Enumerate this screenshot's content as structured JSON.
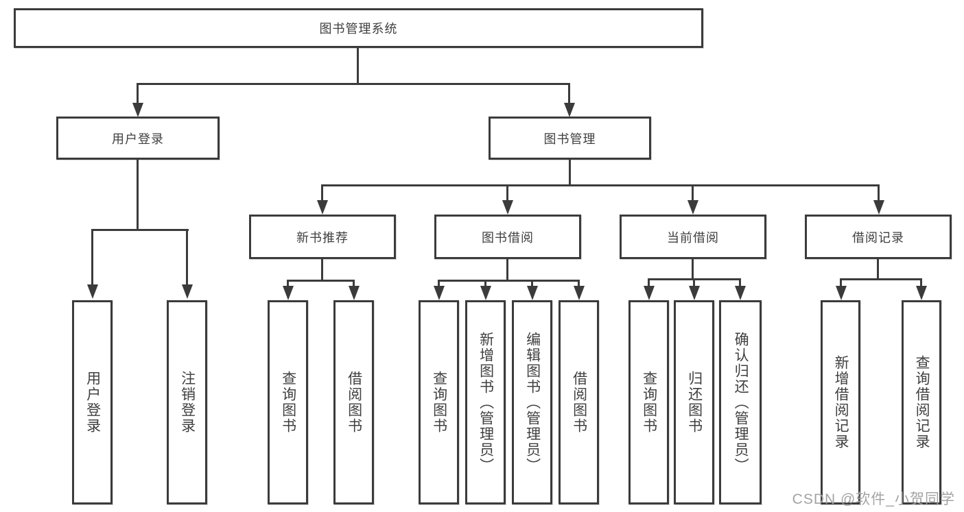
{
  "diagram": {
    "root": {
      "label": "图书管理系统"
    },
    "level2": [
      {
        "label": "用户登录"
      },
      {
        "label": "图书管理"
      }
    ],
    "level3": [
      {
        "label": "新书推荐"
      },
      {
        "label": "图书借阅"
      },
      {
        "label": "当前借阅"
      },
      {
        "label": "借阅记录"
      }
    ],
    "leaves": {
      "user_login": [
        "用户登录",
        "注销登录"
      ],
      "new_books": [
        "查询图书",
        "借阅图书"
      ],
      "book_borrow": [
        "查询图书",
        "新增图书（管理员）",
        "编辑图书（管理员）",
        "借阅图书"
      ],
      "current_borrow": [
        "查询图书",
        "归还图书",
        "确认归还（管理员）"
      ],
      "borrow_records": [
        "新增借阅记录",
        "查询借阅记录"
      ]
    }
  },
  "watermark": {
    "text": "CSDN @软件_小贺同学"
  },
  "colors": {
    "line": "#3b3b3b",
    "text": "#3f3f3f",
    "watermark": "#a3a3a3",
    "background": "#ffffff"
  }
}
